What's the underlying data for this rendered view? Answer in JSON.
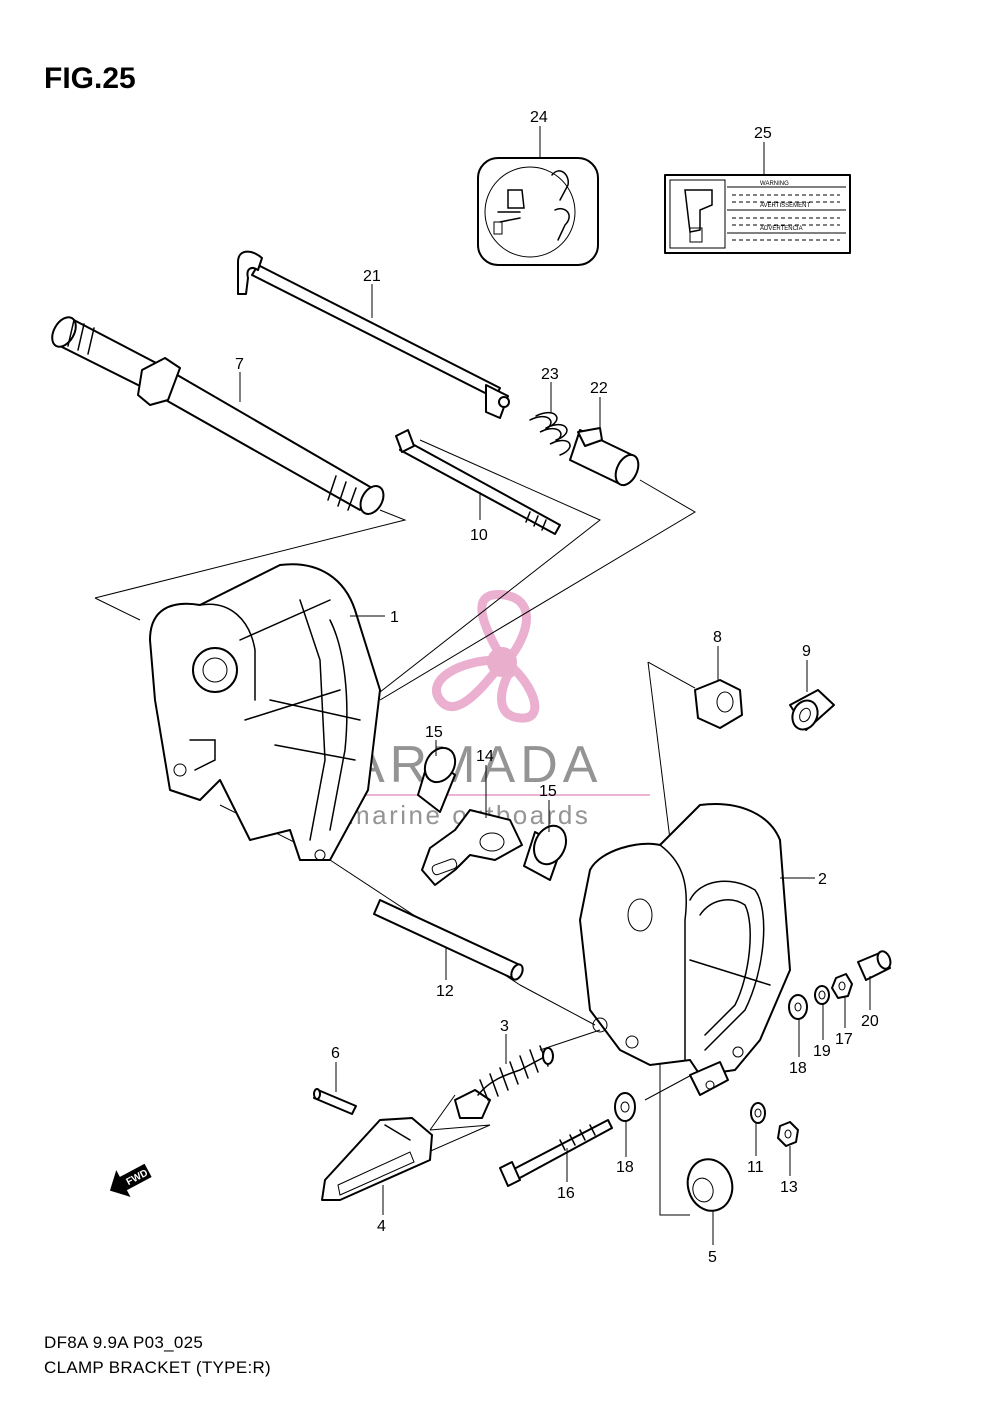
{
  "figure": {
    "title": "FIG.25",
    "model_code": "DF8A 9.9A P03_025",
    "caption": "CLAMP BRACKET (TYPE:R)"
  },
  "watermark": {
    "brand": "ARMADA",
    "tagline": "marine outboards",
    "logo_colors": {
      "primary": "#e8a2c8",
      "hub": "#e6a0c4"
    }
  },
  "callouts": {
    "c1": "1",
    "c2": "2",
    "c3": "3",
    "c4": "4",
    "c5": "5",
    "c6": "6",
    "c7": "7",
    "c8": "8",
    "c9": "9",
    "c10": "10",
    "c11": "11",
    "c12": "12",
    "c13": "13",
    "c14": "14",
    "c15a": "15",
    "c15b": "15",
    "c16": "16",
    "c17": "17",
    "c18a": "18",
    "c18b": "18",
    "c19": "19",
    "c20": "20",
    "c21": "21",
    "c22": "22",
    "c23": "23",
    "c24": "24",
    "c25": "25"
  },
  "label_25": {
    "warning": "WARNING",
    "avertissement": "AVERTISSEMENT",
    "advertencia": "ADVERTENCIA"
  },
  "fwd_label": "FWD",
  "icons": {
    "fwd_arrow": "fwd-arrow-icon",
    "logo": "propeller-logo-icon"
  }
}
